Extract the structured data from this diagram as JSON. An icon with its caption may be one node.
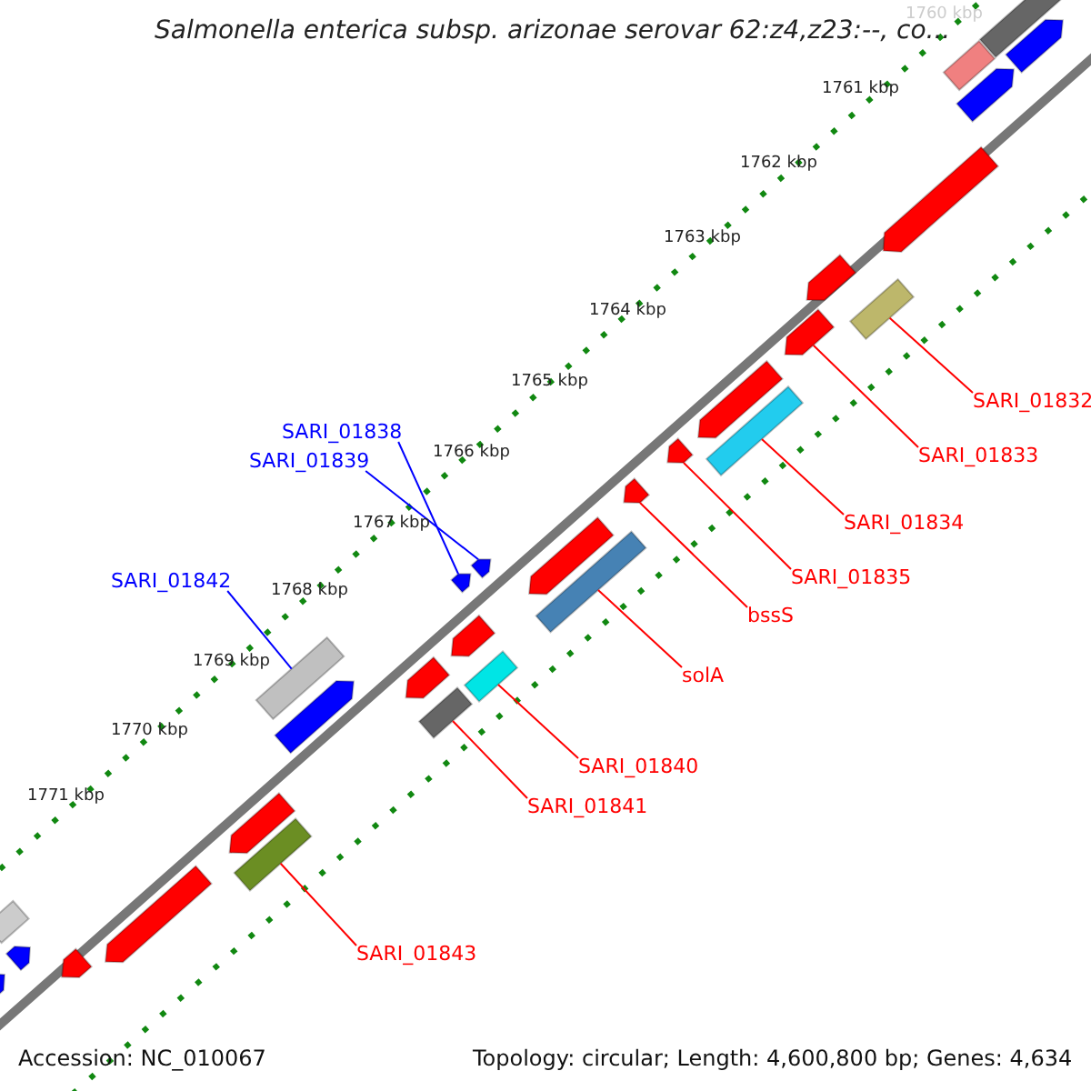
{
  "diagram": {
    "title": "Salmonella enterica subsp. arizonae serovar 62:z4,z23:--, co...",
    "nodes": [
      {
        "text": [
          "SARI_01838"
        ]
      },
      {
        "text": [
          "SARI_01839"
        ]
      },
      {
        "text": [
          "SARI_01842"
        ]
      },
      {
        "text": [
          "SARI_01832"
        ]
      },
      {
        "text": [
          "SARI_01833"
        ]
      },
      {
        "text": [
          "SARI_01834"
        ]
      },
      {
        "text": [
          "SARI_01835"
        ]
      },
      {
        "text": [
          "bssS"
        ]
      },
      {
        "text": [
          "solA"
        ]
      },
      {
        "text": [
          "SARI_01840"
        ]
      },
      {
        "text": [
          "SARI_01841"
        ]
      },
      {
        "text": [
          "SARI_01843"
        ]
      },
      {
        "text": [],
        "shape": "bar"
      },
      {
        "text": [],
        "shape": "bar"
      },
      {
        "text": [],
        "shape": "bar"
      },
      {
        "text": [],
        "shape": "bar"
      },
      {
        "text": [],
        "shape": "bar"
      },
      {
        "text": [],
        "shape": "bar"
      },
      {
        "text": [],
        "shape": "bar"
      },
      {
        "text": [],
        "shape": "bar"
      },
      {
        "text": [],
        "shape": "bar"
      },
      {
        "text": [],
        "shape": "bar"
      },
      {
        "text": [],
        "shape": "bar"
      },
      {
        "text": [],
        "shape": "bar"
      },
      {
        "text": [],
        "shape": "bar"
      },
      {
        "text": [],
        "shape": "bar"
      },
      {
        "text": [],
        "shape": "bar"
      },
      {
        "text": [],
        "shape": "bar"
      },
      {
        "text": [],
        "shape": "bar"
      },
      {
        "text": [],
        "shape": "bar"
      },
      {
        "text": [],
        "shape": "bar"
      },
      {
        "text": [],
        "shape": "bar"
      },
      {
        "text": [],
        "shape": "bar"
      },
      {
        "text": [],
        "shape": "bar"
      },
      {
        "text": [],
        "shape": "bar"
      },
      {
        "text": [],
        "shape": "bar"
      },
      {
        "text": [],
        "shape": "bar"
      },
      {
        "text": [],
        "shape": "bar"
      },
      {
        "text": [],
        "shape": "bar"
      },
      {
        "text": [],
        "shape": "bar"
      },
      {
        "text": [],
        "shape": "bar"
      }
    ],
    "edges": [
      {
        "from": 0,
        "to": 12,
        "arrow": "none",
        "color": "#0000ff"
      },
      {
        "from": 1,
        "to": 13,
        "arrow": "none",
        "color": "#0000ff"
      },
      {
        "from": 2,
        "to": 14,
        "arrow": "none",
        "color": "#0000ff"
      },
      {
        "from": 3,
        "to": 15,
        "arrow": "none"
      },
      {
        "from": 4,
        "to": 16,
        "arrow": "none"
      },
      {
        "from": 5,
        "to": 17,
        "arrow": "none"
      },
      {
        "from": 6,
        "to": 18,
        "arrow": "none"
      },
      {
        "from": 7,
        "to": 19,
        "arrow": "none"
      },
      {
        "from": 8,
        "to": 20,
        "arrow": "none"
      },
      {
        "from": 9,
        "to": 21,
        "arrow": "none"
      },
      {
        "from": 10,
        "to": 22,
        "arrow": "none"
      },
      {
        "from": 11,
        "to": 23,
        "arrow": "none"
      }
    ],
    "labels": [
      "1760 kbp",
      "1761 kbp",
      "1762 kbp",
      "1763 kbp",
      "1764 kbp",
      "1765 kbp",
      "1766 kbp",
      "1767 kbp",
      "1768 kbp",
      "1769 kbp",
      "1770 kbp",
      "1771 kbp",
      "Accession: NC_010067",
      "Topology: circular; Length: 4,600,800 bp; Genes: 4,634"
    ]
  }
}
